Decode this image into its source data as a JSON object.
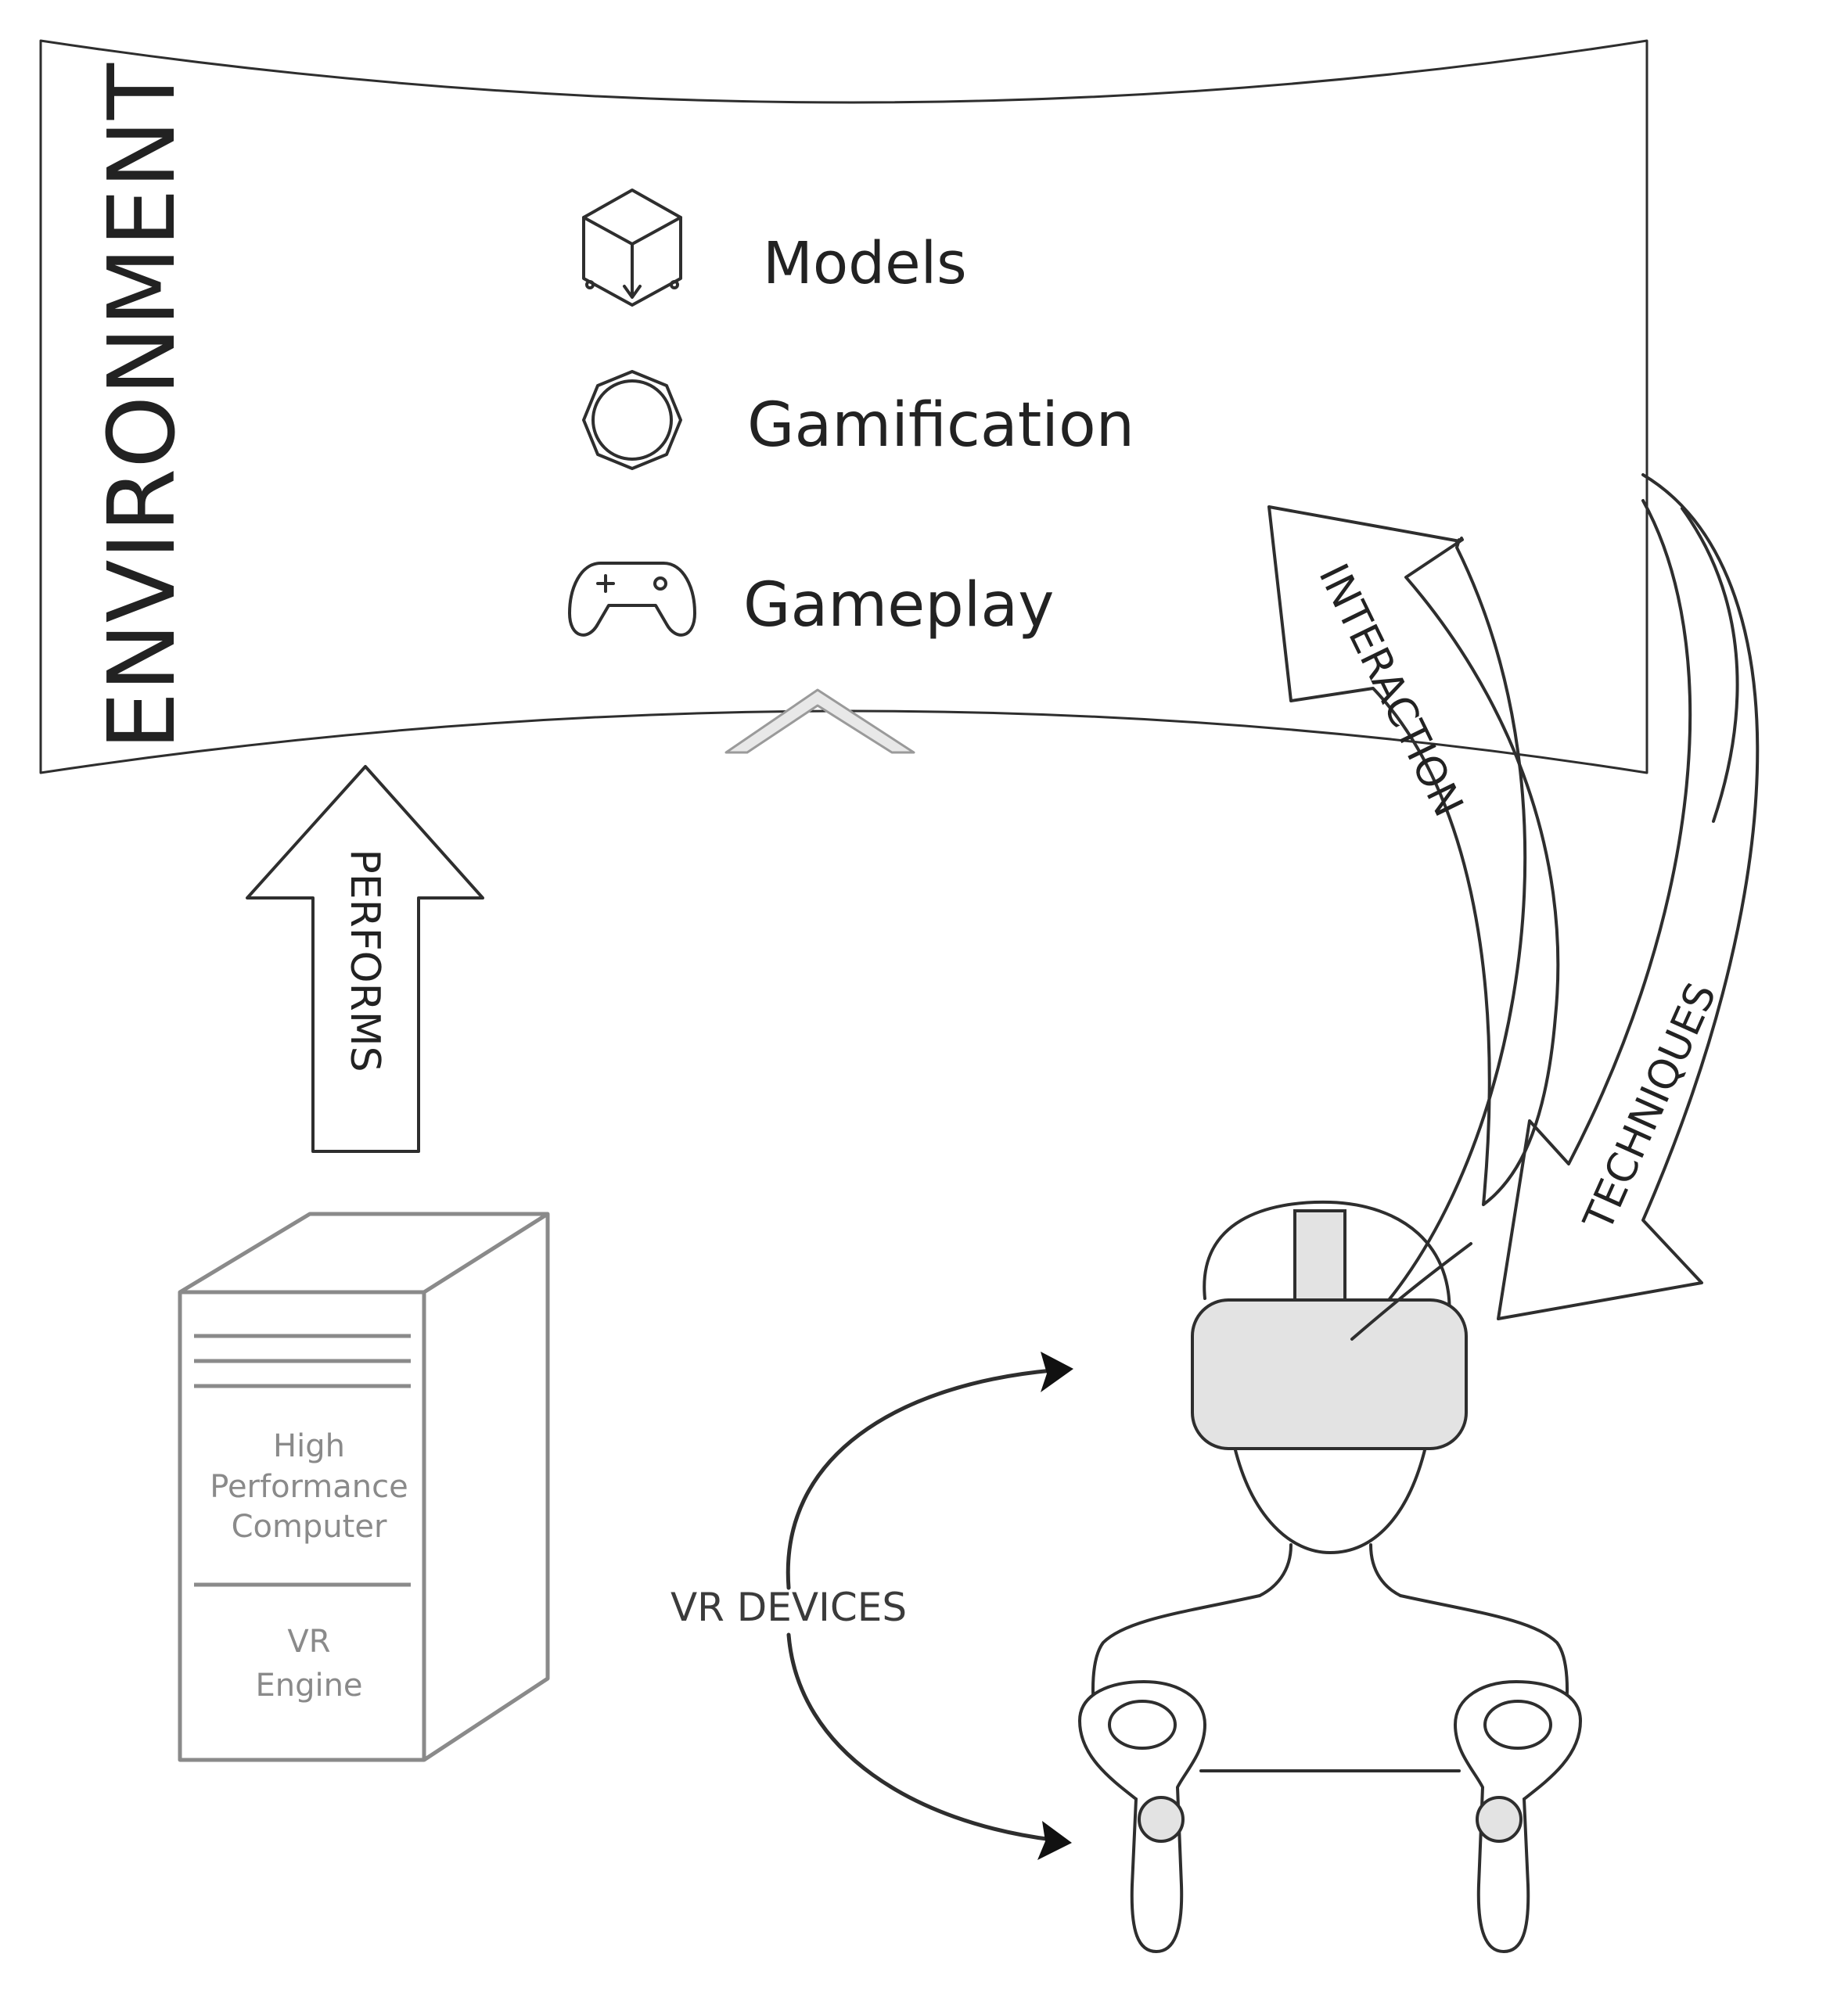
{
  "environment": {
    "title": "ENVIRONMENT",
    "items": [
      {
        "icon": "cube-icon",
        "label": "Models"
      },
      {
        "icon": "circle-badge-icon",
        "label": "Gamification"
      },
      {
        "icon": "gamepad-icon",
        "label": "Gameplay"
      }
    ]
  },
  "arrows": {
    "performs": "PERFORMS",
    "interaction": "INTERACTION",
    "techniques": "TECHNIQUES",
    "vr_devices": "VR DEVICES"
  },
  "computer": {
    "line1": "High",
    "line2": "Performance",
    "line3": "Computer",
    "line4": "VR",
    "line5": "Engine"
  },
  "colors": {
    "stroke": "#2e2e2e",
    "headset_fill": "#e3e3e3",
    "computer_stroke": "#8a8a8a"
  }
}
